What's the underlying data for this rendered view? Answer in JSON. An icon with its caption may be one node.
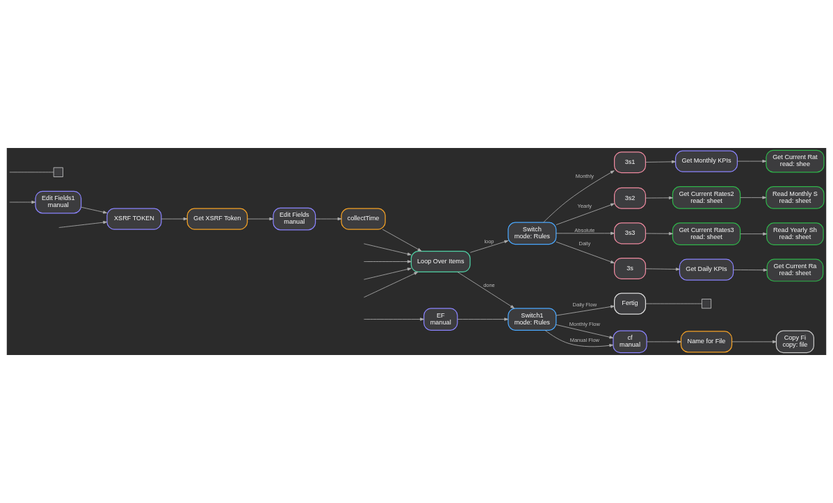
{
  "diagram": {
    "nodes": [
      {
        "text": [
          "EF",
          "manual"
        ]
      },
      {
        "text": [
          "Switch1",
          "mode: Rules"
        ]
      },
      {
        "text": [
          "Fertig"
        ]
      },
      {
        "text": [],
        "shape": "box"
      },
      {
        "text": [
          "cf",
          "manual"
        ]
      },
      {
        "text": [
          "Name for File"
        ]
      },
      {
        "text": [
          "Copy Fi",
          "copy: file"
        ]
      },
      {
        "text": [],
        "shape": "box"
      },
      {
        "text": [
          "XSRF TOKEN"
        ]
      },
      {
        "text": [
          "Get XSRF Token"
        ]
      },
      {
        "text": [
          "Edit Fields1",
          "manual"
        ]
      },
      {
        "text": [
          "Edit Fields",
          "manual"
        ]
      },
      {
        "text": [
          "collectTime"
        ]
      },
      {
        "text": [
          "Loop Over Items"
        ]
      },
      {
        "text": [
          "Switch",
          "mode: Rules"
        ]
      },
      {
        "text": [
          "3s"
        ]
      },
      {
        "text": [
          "Get Daily KPIs"
        ]
      },
      {
        "text": [
          "Get Current Ra",
          "read: sheet"
        ]
      },
      {
        "text": [
          "3s1"
        ]
      },
      {
        "text": [
          "Get Monthly KPIs"
        ]
      },
      {
        "text": [
          "Get Current Rat",
          "read: shee"
        ]
      },
      {
        "text": [
          "3s2"
        ]
      },
      {
        "text": [
          "Get Current Rates2",
          "read: sheet"
        ]
      },
      {
        "text": [
          "Read Monthly S",
          "read: sheet"
        ]
      },
      {
        "text": [
          "3s3"
        ]
      },
      {
        "text": [
          "Get Current Rates3",
          "read: sheet"
        ]
      },
      {
        "text": [
          "Read Yearly Sh",
          "read: sheet"
        ]
      }
    ],
    "edges": [
      {
        "from": null,
        "to": 0,
        "arrow": "to"
      },
      {
        "from": 0,
        "to": 1,
        "arrow": "to"
      },
      {
        "from": 13,
        "to": 1,
        "arrow": "to",
        "label": "done"
      },
      {
        "from": 1,
        "to": 2,
        "arrow": "to",
        "label": "Daily Flow"
      },
      {
        "from": 1,
        "to": 4,
        "arrow": "to",
        "label": "Monthly Flow"
      },
      {
        "from": 1,
        "to": 4,
        "arrow": "to",
        "label": "Manual Flow"
      },
      {
        "from": 2,
        "to": 3,
        "arrow": "none"
      },
      {
        "from": 4,
        "to": 5,
        "arrow": "to"
      },
      {
        "from": 5,
        "to": 6,
        "arrow": "to"
      },
      {
        "from": null,
        "to": 7,
        "arrow": "none"
      },
      {
        "from": null,
        "to": 8,
        "arrow": "to"
      },
      {
        "from": null,
        "to": 10,
        "arrow": "to"
      },
      {
        "from": 10,
        "to": 8,
        "arrow": "to"
      },
      {
        "from": 8,
        "to": 9,
        "arrow": "to"
      },
      {
        "from": 9,
        "to": 11,
        "arrow": "to"
      },
      {
        "from": 11,
        "to": 12,
        "arrow": "to"
      },
      {
        "from": 12,
        "to": 13,
        "arrow": "to"
      },
      {
        "from": 13,
        "to": 14,
        "arrow": "to",
        "label": "loop"
      },
      {
        "from": 14,
        "to": 15,
        "arrow": "to",
        "label": "Daily"
      },
      {
        "from": 14,
        "to": 18,
        "arrow": "to",
        "label": "Monthly"
      },
      {
        "from": 14,
        "to": 21,
        "arrow": "to",
        "label": "Yearly"
      },
      {
        "from": 14,
        "to": 24,
        "arrow": "to",
        "label": "Absolute"
      },
      {
        "from": 15,
        "to": 16,
        "arrow": "to"
      },
      {
        "from": 16,
        "to": 17,
        "arrow": "to"
      },
      {
        "from": 18,
        "to": 19,
        "arrow": "to"
      },
      {
        "from": 19,
        "to": 20,
        "arrow": "to"
      },
      {
        "from": 21,
        "to": 22,
        "arrow": "to"
      },
      {
        "from": 22,
        "to": 23,
        "arrow": "to"
      },
      {
        "from": 24,
        "to": 25,
        "arrow": "to"
      },
      {
        "from": 25,
        "to": 26,
        "arrow": "to"
      },
      {
        "from": null,
        "to": 13,
        "arrow": "to"
      },
      {
        "from": null,
        "to": 13,
        "arrow": "to"
      },
      {
        "from": null,
        "to": 13,
        "arrow": "to"
      },
      {
        "from": null,
        "to": 13,
        "arrow": "to"
      }
    ]
  }
}
